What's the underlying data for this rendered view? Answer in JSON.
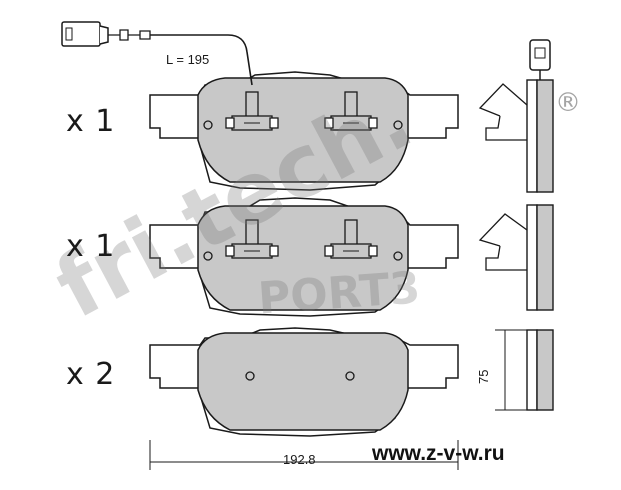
{
  "quantities": [
    "x 1",
    "x 1",
    "x 2"
  ],
  "sensor_wire": {
    "length_label": "L = 195"
  },
  "dimensions": {
    "width": "192.8",
    "height": "75"
  },
  "watermark": {
    "brand": "fri.tech.",
    "registered_mark": "®",
    "subtext": "PORT3"
  },
  "website": "www.z-v-w.ru",
  "colors": {
    "pad_fill": "#c8c8c8",
    "outline": "#1a1a1a",
    "backplate": "#ffffff"
  }
}
